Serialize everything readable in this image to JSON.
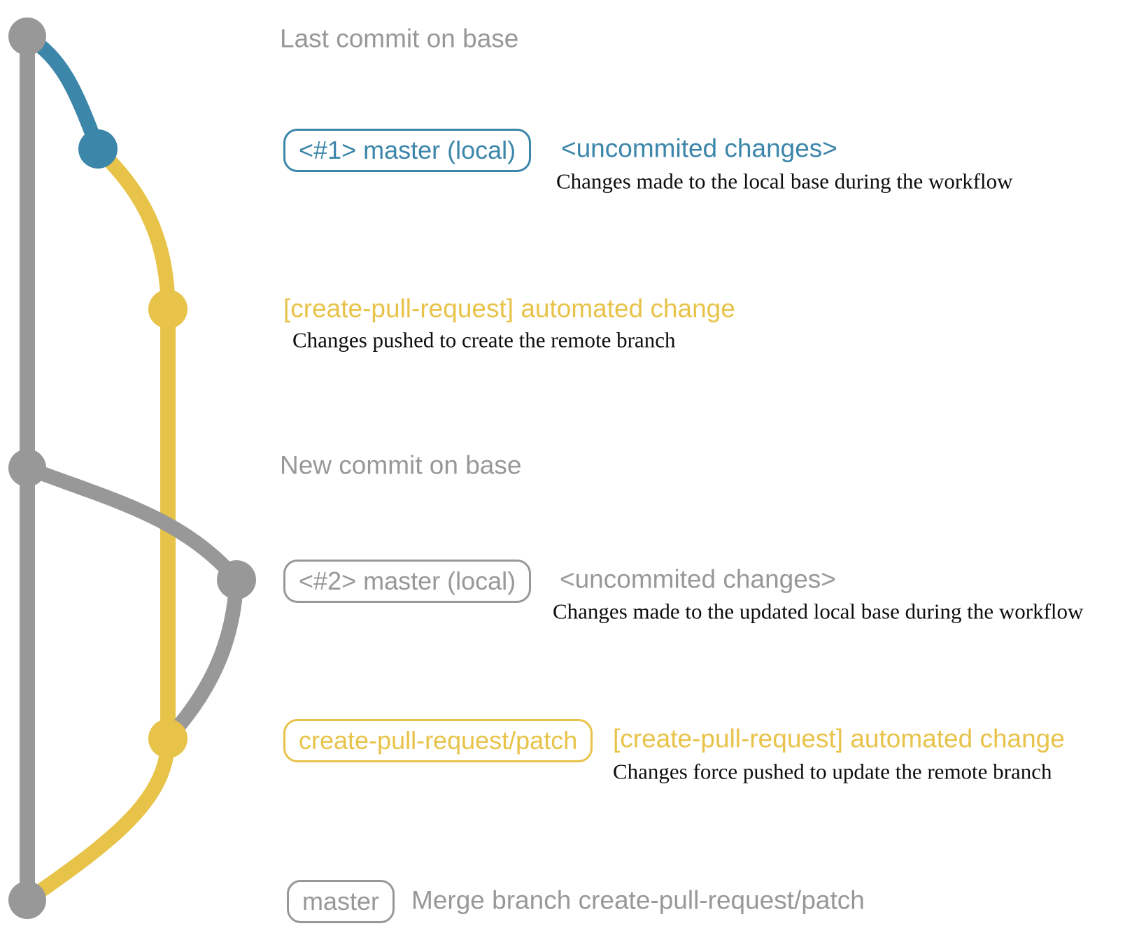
{
  "colors": {
    "gray": "#989898",
    "blue": "#3c86aa",
    "yellow": "#e8c34a",
    "text": "#0d0d0d"
  },
  "rows": [
    {
      "title": "Last commit on base"
    },
    {
      "branch_label": "<#1> master (local)",
      "status": "<uncommited changes>",
      "annotation": "Changes made to the local base during the workflow"
    },
    {
      "status": "[create-pull-request] automated change",
      "annotation": "Changes pushed to create the remote branch"
    },
    {
      "title": "New commit on base"
    },
    {
      "branch_label": "<#2> master (local)",
      "status": "<uncommited changes>",
      "annotation": "Changes made to the updated local base during the workflow"
    },
    {
      "branch_label": "create-pull-request/patch",
      "status": "[create-pull-request] automated change",
      "annotation": "Changes force pushed to update the remote branch"
    },
    {
      "branch_label": "master",
      "status": "Merge branch create-pull-request/patch"
    }
  ]
}
